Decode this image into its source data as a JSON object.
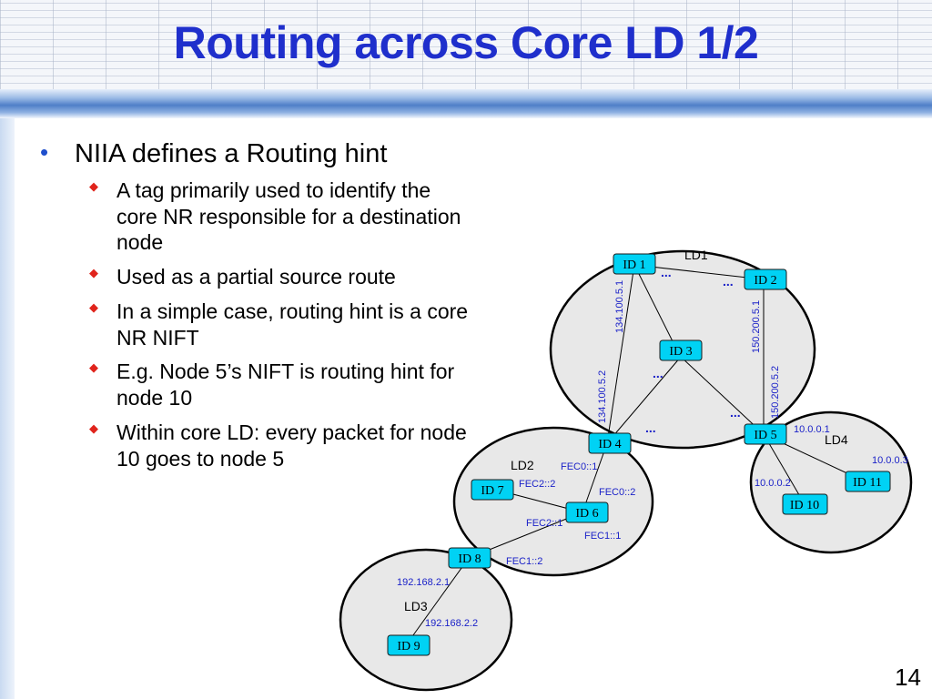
{
  "slide": {
    "title": "Routing across Core LD 1/2",
    "page_number": "14"
  },
  "bullets": {
    "main": "NIIA defines a Routing hint",
    "sub": [
      "A tag primarily used to identify the core NR responsible for a destination node",
      "Used as a partial source route",
      "In a simple case, routing hint is a core NR NIFT",
      "E.g. Node 5’s NIFT is routing hint for node 10",
      "Within core LD: every packet for node 10 goes to node 5"
    ]
  },
  "diagram": {
    "domains": [
      "LD1",
      "LD2",
      "LD3",
      "LD4"
    ],
    "nodes": [
      "ID 1",
      "ID 2",
      "ID 3",
      "ID 4",
      "ID 5",
      "ID 6",
      "ID 7",
      "ID 8",
      "ID 9",
      "ID 10",
      "ID 11"
    ],
    "edge_labels": [
      "134.100.5.1",
      "134.100.5.2",
      "150.200.5.1",
      "150.200.5.2",
      "FEC0::1",
      "FEC0::2",
      "FEC2::2",
      "FEC2::1",
      "FEC1::1",
      "FEC1::2",
      "192.168.2.1",
      "192.168.2.2",
      "10.0.0.1",
      "10.0.0.2",
      "10.0.0.3"
    ],
    "ellipsis": "...",
    "colors": {
      "node_fill": "#00d2f4",
      "node_border": "#1a1a1a",
      "domain_fill": "#e8e8e8",
      "label_blue": "#1b22c8"
    }
  }
}
